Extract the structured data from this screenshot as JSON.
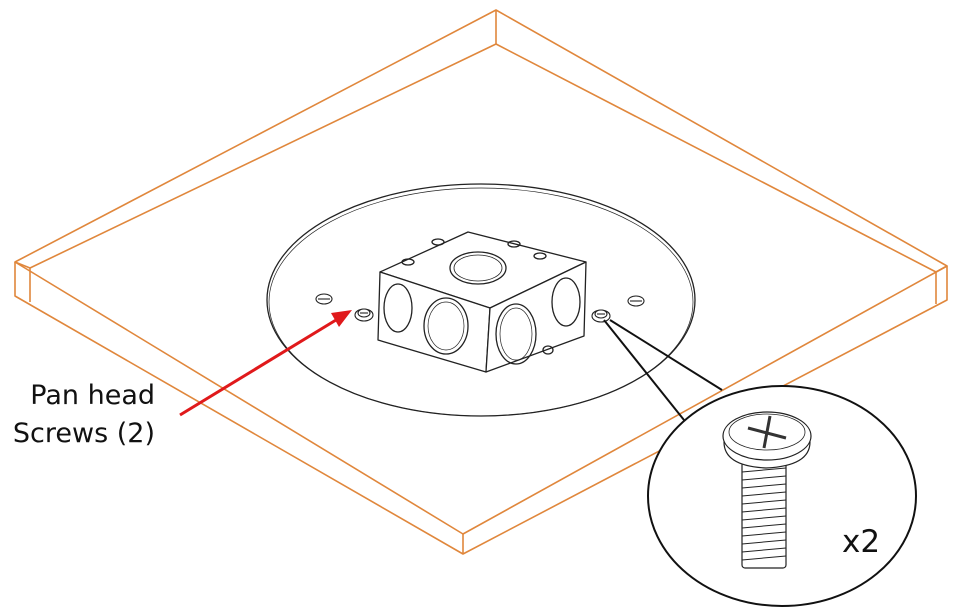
{
  "callout": {
    "line1": "Pan head",
    "line2": "Screws (2)",
    "arrow_color": "#e0191b"
  },
  "detail": {
    "quantity": "x2"
  },
  "colors": {
    "ceiling_outline": "#e0873c",
    "drawing_stroke": "#222222",
    "background": "#ffffff"
  },
  "icons": {
    "screw_detail": "pan-head-screw-icon",
    "mounted_screw": "mounted-screw-icon",
    "junction_box": "junction-box-icon"
  }
}
